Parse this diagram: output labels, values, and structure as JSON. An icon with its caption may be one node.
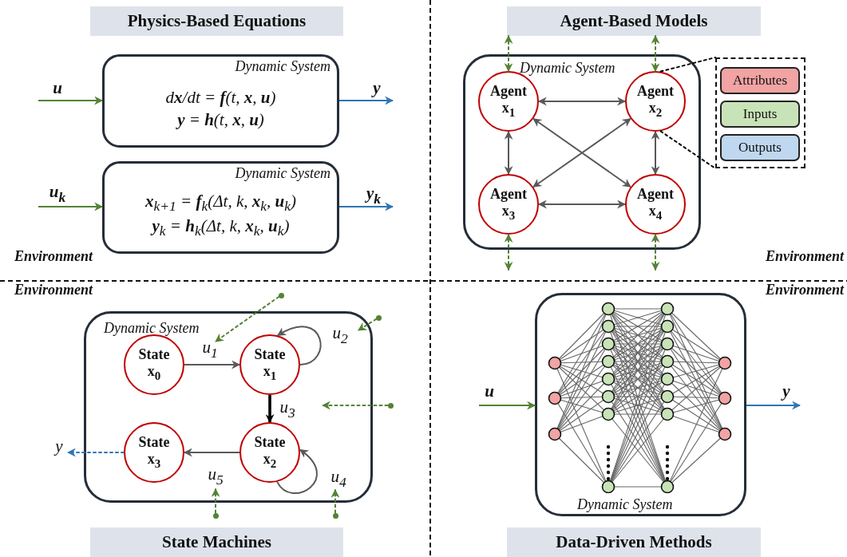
{
  "diagram": {
    "nodes": [
      {
        "text": [
          "Physics-Based Equations"
        ]
      },
      {
        "text": [
          "Dynamic System",
          "d**x**/dt = **f**(t, **x**, **u**)",
          "**y** = **h**(t, **x**, **u**)"
        ]
      },
      {
        "text": [
          "Dynamic System",
          "**x**$_{k+1}$ = **f**$_{k}$(Δt, k, **x**$_{k}$, **u**$_{k}$)",
          "**y**$_{k}$ = **h**$_{k}$(Δt, k, **x**$_{k}$, **u**$_{k}$)"
        ]
      },
      {
        "text": [
          "Agent-Based Models"
        ]
      },
      {
        "text": [
          "Dynamic System"
        ]
      },
      {
        "text": [
          "Agent x$_{1}$"
        ],
        "in": 4
      },
      {
        "text": [
          "Agent x$_{2}$"
        ],
        "in": 4
      },
      {
        "text": [
          "Agent x$_{3}$"
        ],
        "in": 4
      },
      {
        "text": [
          "Agent x$_{4}$"
        ],
        "in": 4
      },
      {
        "text": [],
        "shape": "box"
      },
      {
        "text": [
          "Attributes"
        ],
        "in": 9
      },
      {
        "text": [
          "Inputs"
        ],
        "in": 9
      },
      {
        "text": [
          "Outputs"
        ],
        "in": 9
      },
      {
        "text": [
          "Dynamic System"
        ]
      },
      {
        "text": [
          "State x$_{0}$"
        ],
        "in": 13
      },
      {
        "text": [
          "State x$_{1}$"
        ],
        "in": 13
      },
      {
        "text": [
          "State x$_{2}$"
        ],
        "in": 13
      },
      {
        "text": [
          "State x$_{3}$"
        ],
        "in": 13
      },
      {
        "text": [],
        "shape": "circle"
      },
      {
        "text": [],
        "shape": "circle"
      },
      {
        "text": [],
        "shape": "circle"
      },
      {
        "text": [],
        "shape": "circle"
      },
      {
        "text": [],
        "shape": "circle"
      },
      {
        "text": [
          "State Machines"
        ]
      },
      {
        "text": [
          "Dynamic System"
        ]
      },
      {
        "text": [
          "Data-Driven Methods"
        ]
      }
    ],
    "edges": [
      {
        "from": null,
        "to": 1,
        "arrow": "to",
        "label": "u",
        "color": "#548235"
      },
      {
        "from": 1,
        "to": null,
        "arrow": "to",
        "label": "y",
        "color": "#2e75b6"
      },
      {
        "from": null,
        "to": 2,
        "arrow": "to",
        "label": "u$_{k}$",
        "color": "#548235"
      },
      {
        "from": 2,
        "to": null,
        "arrow": "to",
        "label": "y$_{k}$",
        "color": "#2e75b6"
      },
      {
        "from": 5,
        "to": 6,
        "arrow": "both"
      },
      {
        "from": 5,
        "to": 7,
        "arrow": "both"
      },
      {
        "from": 5,
        "to": 8,
        "arrow": "both"
      },
      {
        "from": 6,
        "to": 7,
        "arrow": "both"
      },
      {
        "from": 6,
        "to": 8,
        "arrow": "both"
      },
      {
        "from": 7,
        "to": 8,
        "arrow": "both"
      },
      {
        "from": 3,
        "to": 5,
        "arrow": "both",
        "style": "dashed",
        "color": "#548235"
      },
      {
        "from": 3,
        "to": 6,
        "arrow": "both",
        "style": "dashed",
        "color": "#548235"
      },
      {
        "from": null,
        "to": 7,
        "arrow": "both",
        "style": "dashed",
        "color": "#548235"
      },
      {
        "from": null,
        "to": 8,
        "arrow": "both",
        "style": "dashed",
        "color": "#548235"
      },
      {
        "from": 6,
        "to": 9,
        "arrow": "none",
        "style": "dashed",
        "color": "#000000"
      },
      {
        "from": 6,
        "to": 9,
        "arrow": "none",
        "style": "dashed",
        "color": "#000000"
      },
      {
        "from": 14,
        "to": 15,
        "arrow": "to",
        "label": "u$_{1}$"
      },
      {
        "from": 15,
        "to": 15,
        "arrow": "to",
        "label": "u$_{2}$"
      },
      {
        "from": 15,
        "to": 16,
        "arrow": "to",
        "label": "u$_{3}$",
        "style": "thick",
        "color": "#000000"
      },
      {
        "from": 16,
        "to": 16,
        "arrow": "to",
        "label": "u$_{4}$"
      },
      {
        "from": 16,
        "to": 17,
        "arrow": "to",
        "label": "u$_{5}$"
      },
      {
        "from": 17,
        "to": null,
        "arrow": "to",
        "label": "y",
        "style": "dashed",
        "color": "#2e75b6"
      },
      {
        "from": 18,
        "to": null,
        "arrow": "to",
        "style": "dashed",
        "color": "#548235"
      },
      {
        "from": 19,
        "to": 13,
        "arrow": "to",
        "style": "dashed",
        "color": "#548235"
      },
      {
        "from": 20,
        "to": null,
        "arrow": "to",
        "style": "dashed",
        "color": "#548235"
      },
      {
        "from": 21,
        "to": 13,
        "arrow": "to",
        "style": "dashed",
        "color": "#548235"
      },
      {
        "from": 22,
        "to": 13,
        "arrow": "to",
        "style": "dashed",
        "color": "#548235"
      },
      {
        "from": null,
        "to": 24,
        "arrow": "to",
        "label": "u",
        "color": "#548235"
      },
      {
        "from": 24,
        "to": null,
        "arrow": "to",
        "label": "y",
        "color": "#2e75b6"
      }
    ],
    "labels": [
      "Environment",
      "Environment",
      "Environment",
      "Environment"
    ]
  }
}
